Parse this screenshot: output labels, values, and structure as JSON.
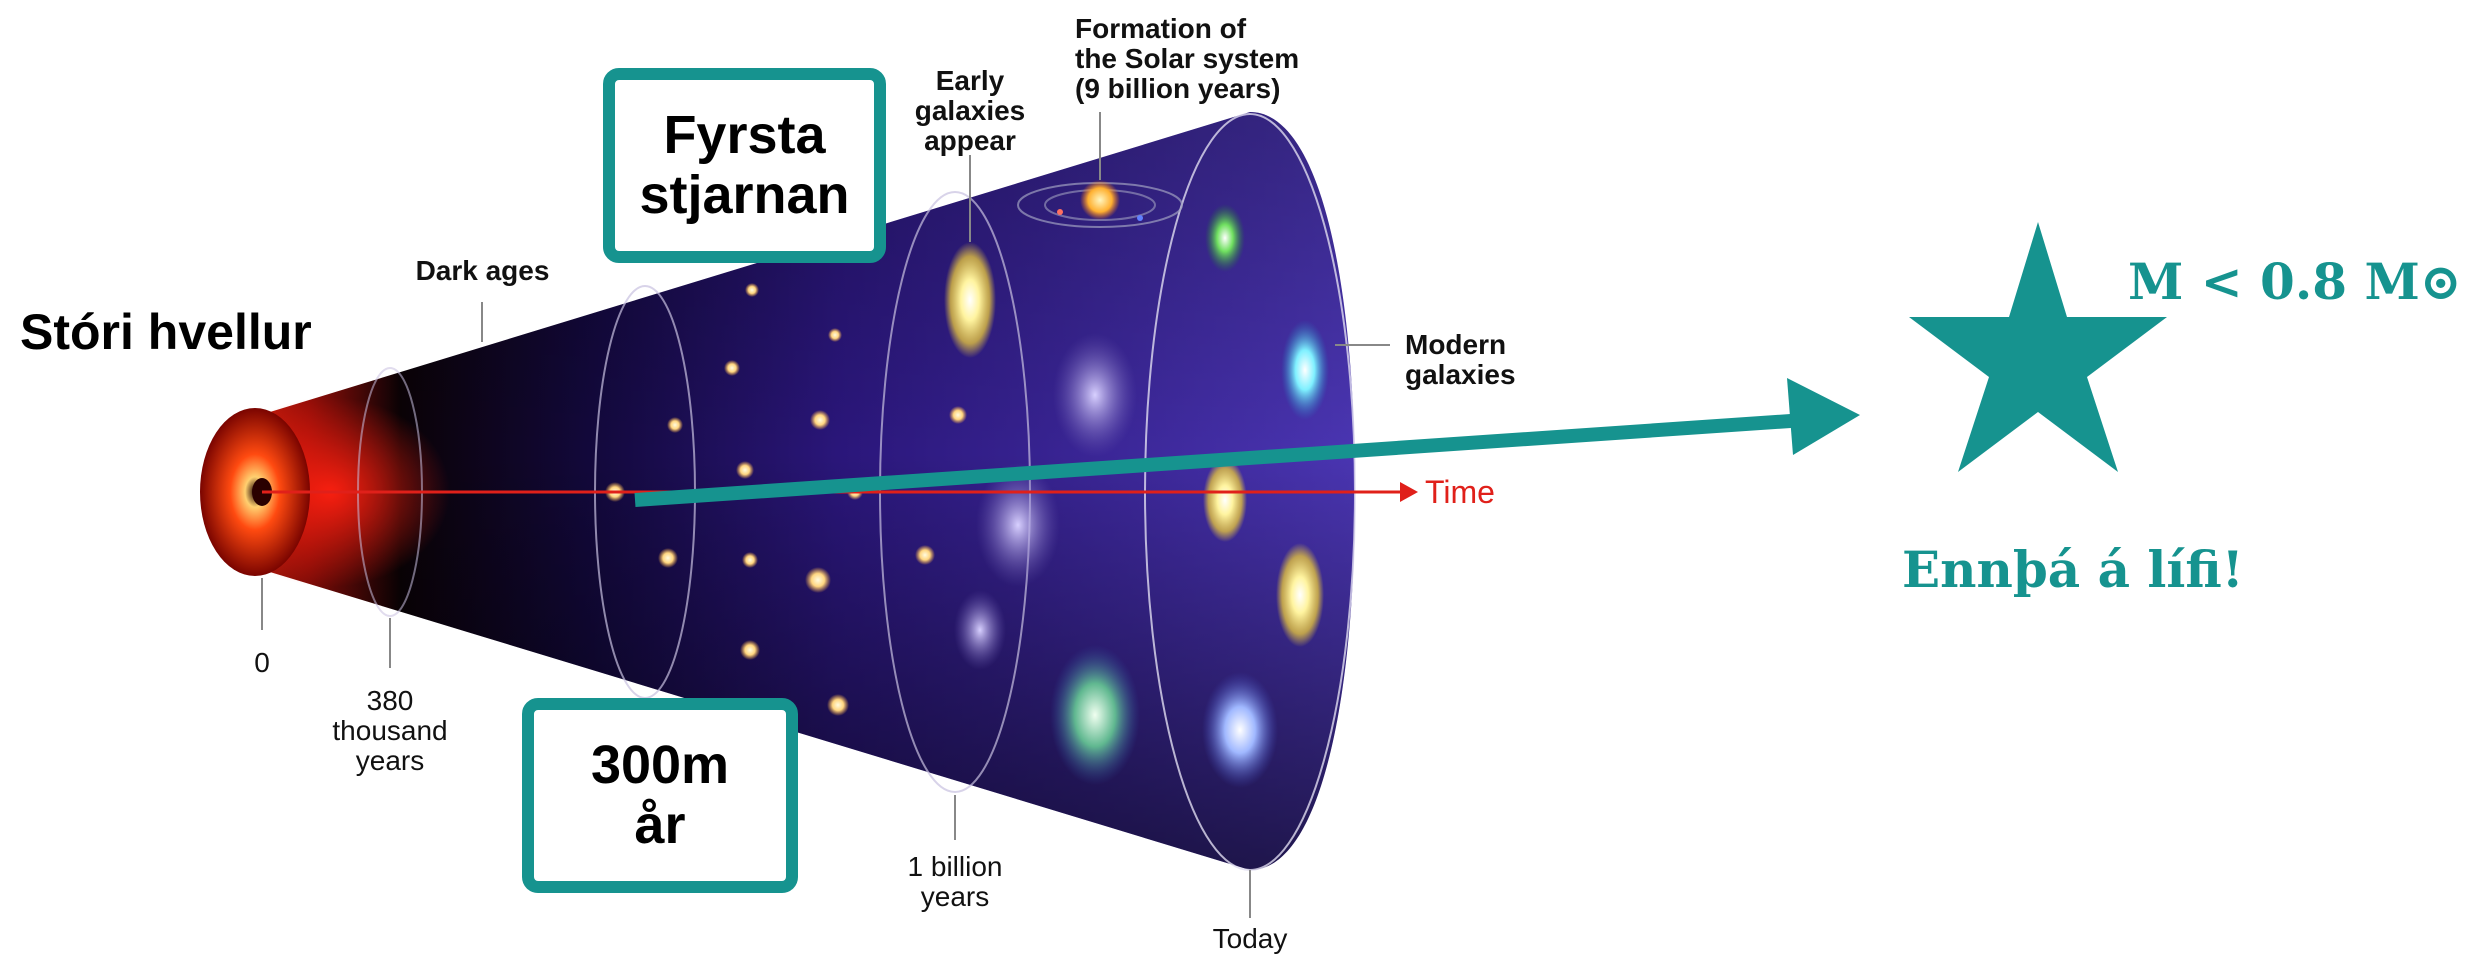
{
  "diagram": {
    "big_bang_label": "Stóri hvellur",
    "first_star_box": "Fyrsta\nstjarnan",
    "time_box": "300m\når",
    "phase_labels": {
      "dark_ages": "Dark ages",
      "early_galaxies": "Early\ngalaxies\nappear",
      "solar_system": "Formation of\nthe Solar system\n(9 billion years)",
      "modern_galaxies": "Modern\ngalaxies",
      "time_axis": "Time"
    },
    "timeline_ticks": {
      "zero": "0",
      "t380k": "380\nthousand\nyears",
      "billion": "1 billion\nyears",
      "today": "Today"
    },
    "star_mass": "M < 0.8 M⊙",
    "star_status": "Ennþá á lífi!",
    "colors": {
      "accent_teal": "#16938f",
      "time_axis_red": "#e0201a",
      "cone_purple": "#2a167a"
    }
  }
}
